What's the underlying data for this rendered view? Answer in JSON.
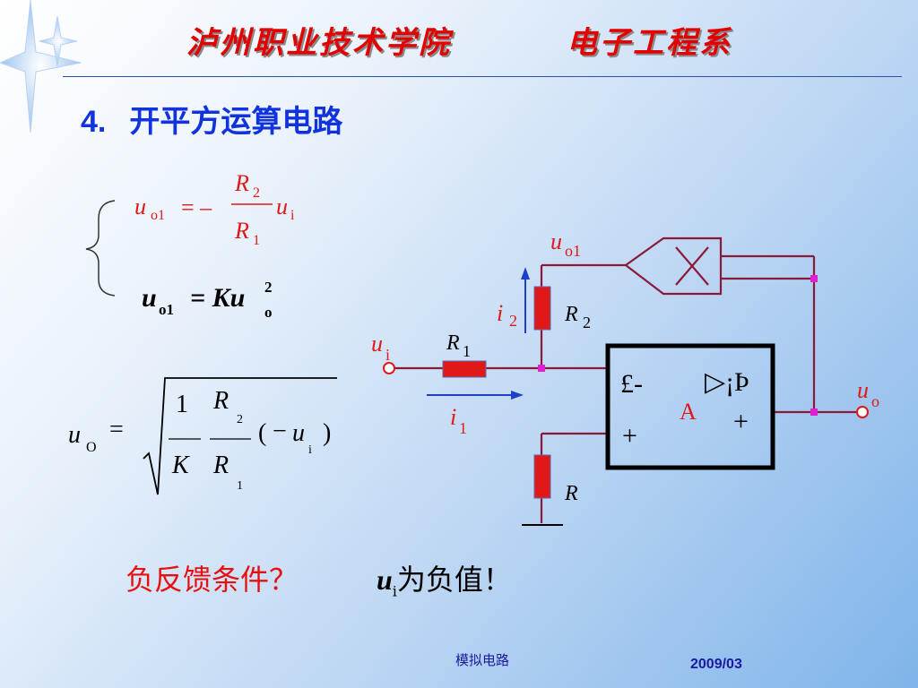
{
  "header": {
    "school": "泸州职业技术学院",
    "department": "电子工程系"
  },
  "section": {
    "number": "4.",
    "title": "开平方运算电路"
  },
  "equations": {
    "eq1_u": "u",
    "eq1_sub": "o1",
    "eq1_eq": "= –",
    "eq1_num": "R",
    "eq1_num_sub": "2",
    "eq1_den": "R",
    "eq1_den_sub": "1",
    "eq1_ui": "u",
    "eq1_ui_sub": "i",
    "eq2_u": "u",
    "eq2_sub": "o1",
    "eq2_rest": "= Ku",
    "eq2_sup": "2",
    "eq2_osub": "o",
    "eq3_u": "u",
    "eq3_sub": "O",
    "eq3_eq": "=",
    "eq3_one": "1",
    "eq3_K": "K",
    "eq3_R2": "R",
    "eq3_R2_sub": "2",
    "eq3_R1": "R",
    "eq3_R1_sub": "1",
    "eq3_paren_open": "(",
    "eq3_minus": "−",
    "eq3_u_i": "u",
    "eq3_u_i_sub": "i",
    "eq3_paren_close": ")"
  },
  "circuit": {
    "uo1_label": "u",
    "uo1_sub": "o1",
    "i2_label": "i",
    "i2_sub": "2",
    "R2_label": "R",
    "R2_sub": "2",
    "ui_label": "u",
    "ui_sub": "i",
    "R1_label": "R",
    "R1_sub": "1",
    "i1_label": "i",
    "i1_sub": "1",
    "R_label": "R",
    "opamp_minus": "£-",
    "opamp_plus_in": "+",
    "opamp_symbol": "▷¡Þ",
    "opamp_A": "A",
    "opamp_plus_out": "+",
    "uo_label": "u",
    "uo_sub": "o"
  },
  "bottom": {
    "question": "负反馈条件？",
    "answer_u": "u",
    "answer_sub": "i",
    "answer_text": "为负值！"
  },
  "footer": {
    "course": "模拟电路",
    "date": "2009/03"
  },
  "colors": {
    "title_red": "#e30000",
    "section_blue": "#1133dd",
    "wire": "#8b1a3a",
    "resistor": "#e01818",
    "arrow_blue": "#1f3fc8",
    "node_magenta": "#e020d0"
  },
  "icons": {
    "decoration": "sparkle-star-icon",
    "multiplier": "multiplier-x-icon"
  }
}
